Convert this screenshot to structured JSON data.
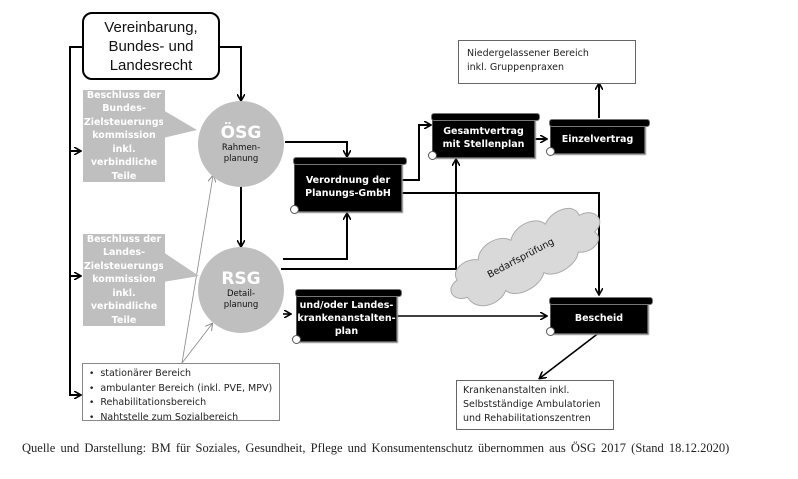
{
  "diagram": {
    "top_box": "Vereinbarung,\nBundes- und\nLandesrecht",
    "callout_bund": "Beschluss der\nBundes-\nZielsteuerungs\nkommission\ninkl.\nverbindliche\nTeile",
    "callout_land": "Beschluss der\nLandes-\nZielsteuerungs\nkommission\ninkl.\nverbindliche\nTeile",
    "oesg": {
      "title": "ÖSG",
      "subtitle": "Rahmen-\nplanung"
    },
    "rsg": {
      "title": "RSG",
      "subtitle": "Detail-\nplanung"
    },
    "verordnung": "Verordnung der\nPlanungs-GmbH",
    "gesamtvertrag": "Gesamtvertrag\nmit Stellenplan",
    "einzelvertrag": "Einzelvertrag",
    "niedergelassen": "Niedergelassener Bereich\ninkl. Gruppenpraxen",
    "landes_kap": "und/oder Landes-\nkrankenanstalten-\nplan",
    "bedarfspruefung": "Bedarfsprüfung",
    "bescheid": "Bescheid",
    "krankenanstalten": "Krankenanstalten inkl.\nSelbstständige Ambulatorien\nund Rehabilitationszentren",
    "bereiche": [
      "stationärer Bereich",
      "ambulanter Bereich (inkl. PVE, MPV)",
      "Rehabilitationsbereich",
      "Nahtstelle zum Sozialbereich"
    ]
  },
  "caption": "Quelle und Darstellung: BM für Soziales, Gesundheit, Pflege und Konsumentenschutz übernommen aus ÖSG 2017 (Stand 18.12.2020)",
  "colors": {
    "grey_fill": "#bfbfbf",
    "scroll_fill": "#000000",
    "cloud_fill": "#d9d9d9"
  }
}
